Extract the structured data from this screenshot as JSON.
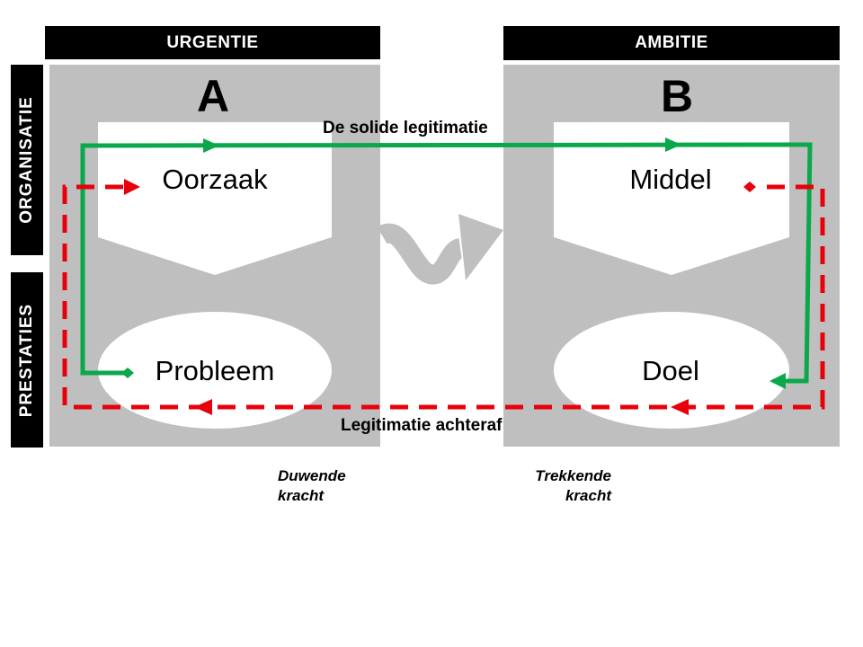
{
  "headers": {
    "urgentie": "URGENTIE",
    "ambitie": "AMBITIE",
    "organisatie": "ORGANISATIE",
    "prestaties": "PRESTATIES"
  },
  "panels": {
    "a": {
      "letter": "A",
      "top_label": "Oorzaak",
      "bottom_label": "Probleem"
    },
    "b": {
      "letter": "B",
      "top_label": "Middel",
      "bottom_label": "Doel"
    }
  },
  "flows": {
    "solid": "De solide legitimatie",
    "after": "Legitimatie achteraf"
  },
  "forces": {
    "push_line1": "Duwende",
    "push_line2": "kracht",
    "pull_line1": "Trekkende",
    "pull_line2": "kracht"
  },
  "colors": {
    "panel": "#bfbfbf",
    "header": "#000000",
    "solid_flow": "#0aa84b",
    "after_flow": "#e8000b"
  }
}
